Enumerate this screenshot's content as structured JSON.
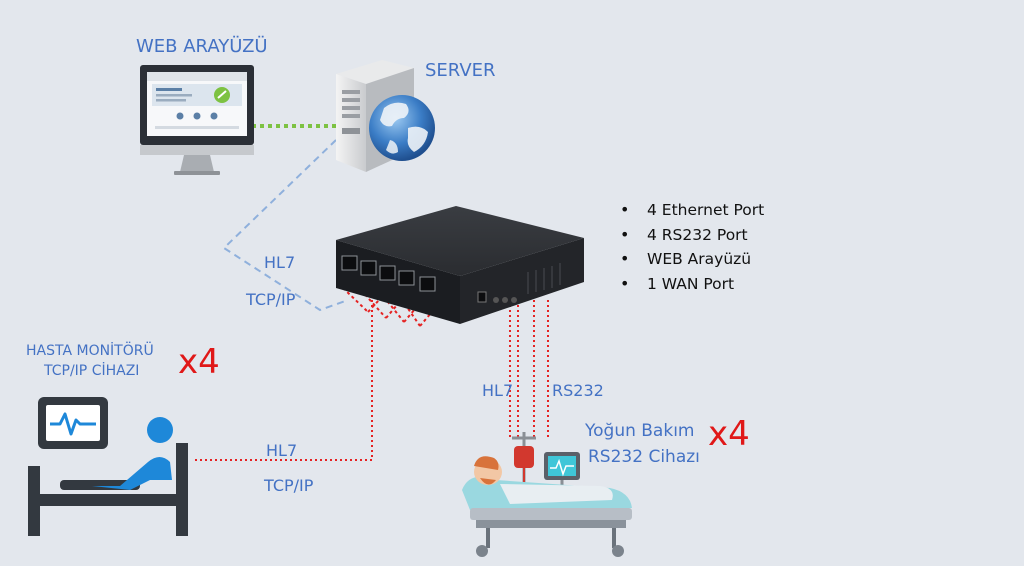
{
  "labels": {
    "web_interface": "WEB ARAYÜZÜ",
    "server": "SERVER",
    "hl7_upper": "HL7",
    "tcpip_upper": "TCP/IP",
    "monitor_line1": "HASTA MONİTÖRÜ",
    "monitor_line2": "TCP/IP CİHAZI",
    "monitor_count": "x4",
    "hl7_lower": "HL7",
    "tcpip_lower": "TCP/IP",
    "hl7_serial": "HL7",
    "rs232": "RS232",
    "icu_line1": "Yoğun Bakım",
    "icu_line2": "RS232 Cihazı",
    "icu_count": "x4"
  },
  "features": [
    "4 Ethernet Port",
    "4 RS232 Port",
    "WEB Arayüzü",
    "1 WAN Port"
  ],
  "colors": {
    "accent_blue": "#4472c4",
    "multiplier_red": "#e01818",
    "link_green": "#7dc242",
    "link_blue_dashed": "#8fb0dc",
    "link_red_dotted": "#e52222"
  },
  "icons": [
    "monitor-icon",
    "server-icon",
    "globe-icon",
    "network-switch-icon",
    "patient-monitor-icon",
    "hospital-bed-icon",
    "icu-patient-icon"
  ]
}
